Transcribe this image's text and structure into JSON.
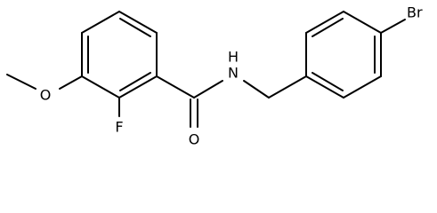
{
  "atoms": {
    "br": "Br",
    "n": "N",
    "h": "H",
    "o_carbonyl": "O",
    "f": "F",
    "o_methoxy": "O"
  },
  "colors": {
    "bond": "#000000",
    "label": "#000000",
    "background": "#ffffff"
  }
}
